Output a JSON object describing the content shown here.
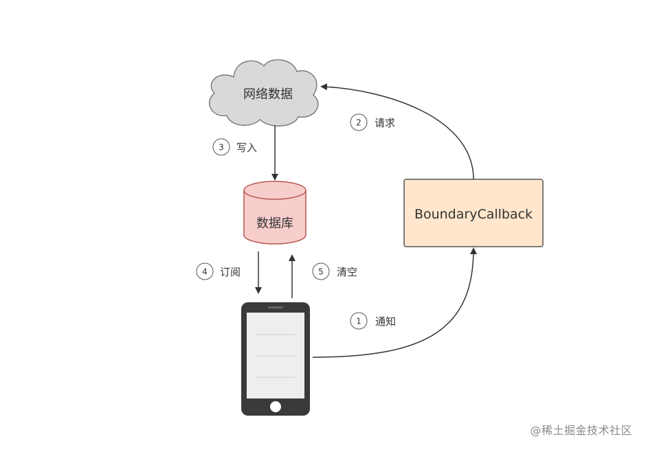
{
  "nodes": {
    "cloud": {
      "label": "网络数据"
    },
    "database": {
      "label": "数据库"
    },
    "boundary": {
      "label": "BoundaryCallback"
    }
  },
  "steps": [
    {
      "num": "1",
      "label": "通知"
    },
    {
      "num": "2",
      "label": "请求"
    },
    {
      "num": "3",
      "label": "写入"
    },
    {
      "num": "4",
      "label": "订阅"
    },
    {
      "num": "5",
      "label": "清空"
    }
  ],
  "watermark": "@稀土掘金技术社区",
  "colors": {
    "cloud_fill": "#d9d9d9",
    "database_fill": "#f8cecc",
    "database_stroke": "#b85450",
    "boundary_fill": "#ffe6cc",
    "boundary_stroke": "#555555",
    "phone_body": "#3a3a3a",
    "phone_screen": "#eeeeee",
    "arrow": "#333333"
  }
}
